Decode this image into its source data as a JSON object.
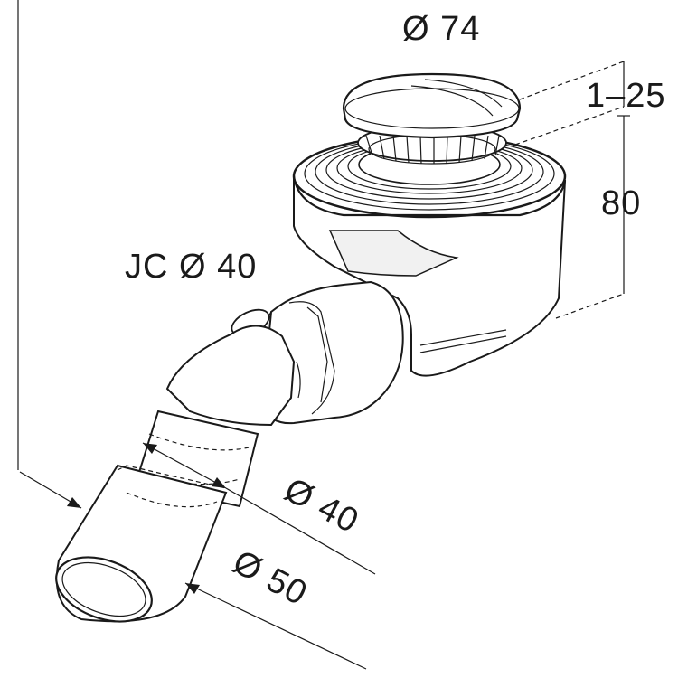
{
  "dimensions": {
    "top_diameter": "Ø 74",
    "cap_lift": "1–25",
    "height": "80",
    "outlet_connector": "JC Ø 40",
    "inner_pipe": "Ø 40",
    "outer_pipe": "Ø 50"
  }
}
